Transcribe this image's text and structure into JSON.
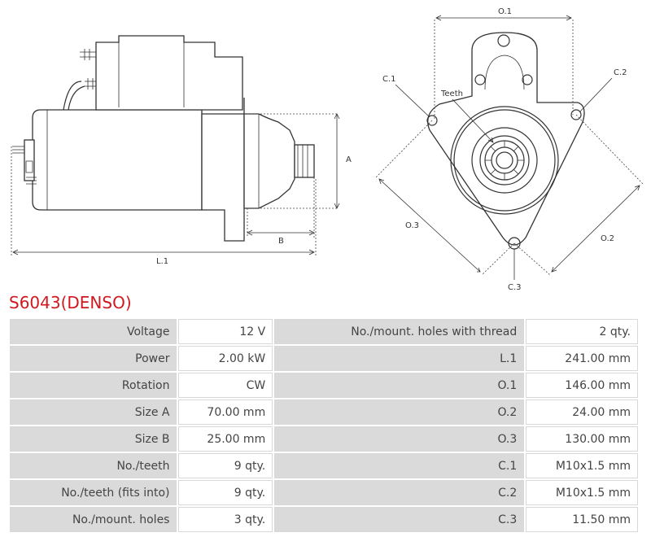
{
  "product_title": "S6043(DENSO)",
  "drawing_labels": {
    "A": "A",
    "B": "B",
    "L1": "L.1",
    "O1": "O.1",
    "O2": "O.2",
    "O3": "O.3",
    "C1": "C.1",
    "C2": "C.2",
    "C3": "C.3",
    "teeth": "Teeth"
  },
  "specs": [
    {
      "label": "Voltage",
      "value": "12 V",
      "label2": "No./mount. holes with thread",
      "value2": "2 qty."
    },
    {
      "label": "Power",
      "value": "2.00 kW",
      "label2": "L.1",
      "value2": "241.00 mm"
    },
    {
      "label": "Rotation",
      "value": "CW",
      "label2": "O.1",
      "value2": "146.00 mm"
    },
    {
      "label": "Size A",
      "value": "70.00 mm",
      "label2": "O.2",
      "value2": "24.00 mm"
    },
    {
      "label": "Size B",
      "value": "25.00 mm",
      "label2": "O.3",
      "value2": "130.00 mm"
    },
    {
      "label": "No./teeth",
      "value": "9 qty.",
      "label2": "C.1",
      "value2": "M10x1.5 mm"
    },
    {
      "label": "No./teeth (fits into)",
      "value": "9 qty.",
      "label2": "C.2",
      "value2": "M10x1.5 mm"
    },
    {
      "label": "No./mount. holes",
      "value": "3 qty.",
      "label2": "C.3",
      "value2": "11.50 mm"
    }
  ]
}
